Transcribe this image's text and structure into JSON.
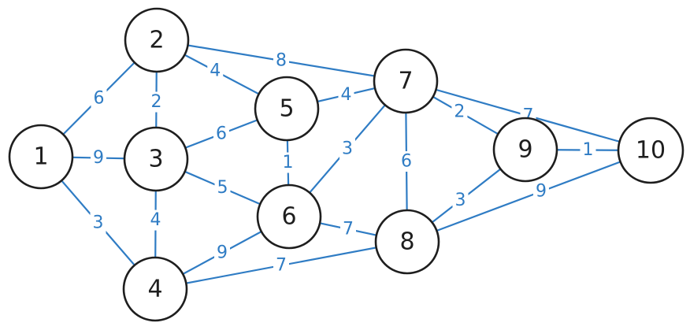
{
  "colors": {
    "edge": "#2f7cc4",
    "node_stroke": "#1e1e1e",
    "node_fill": "#ffffff",
    "background": "#ffffff"
  },
  "graph": {
    "nodes": [
      {
        "id": "1",
        "label": "1"
      },
      {
        "id": "2",
        "label": "2"
      },
      {
        "id": "3",
        "label": "3"
      },
      {
        "id": "4",
        "label": "4"
      },
      {
        "id": "5",
        "label": "5"
      },
      {
        "id": "6",
        "label": "6"
      },
      {
        "id": "7",
        "label": "7"
      },
      {
        "id": "8",
        "label": "8"
      },
      {
        "id": "9",
        "label": "9"
      },
      {
        "id": "10",
        "label": "10"
      }
    ],
    "edges": [
      {
        "from": "1",
        "to": "2",
        "weight": "6"
      },
      {
        "from": "1",
        "to": "3",
        "weight": "9"
      },
      {
        "from": "1",
        "to": "4",
        "weight": "3"
      },
      {
        "from": "2",
        "to": "3",
        "weight": "2"
      },
      {
        "from": "2",
        "to": "5",
        "weight": "4"
      },
      {
        "from": "2",
        "to": "7",
        "weight": "8"
      },
      {
        "from": "3",
        "to": "4",
        "weight": "4"
      },
      {
        "from": "3",
        "to": "5",
        "weight": "6"
      },
      {
        "from": "3",
        "to": "6",
        "weight": "5"
      },
      {
        "from": "4",
        "to": "6",
        "weight": "9"
      },
      {
        "from": "4",
        "to": "8",
        "weight": "7"
      },
      {
        "from": "5",
        "to": "6",
        "weight": "1"
      },
      {
        "from": "5",
        "to": "7",
        "weight": "4"
      },
      {
        "from": "6",
        "to": "7",
        "weight": "3"
      },
      {
        "from": "6",
        "to": "8",
        "weight": "7"
      },
      {
        "from": "7",
        "to": "8",
        "weight": "6"
      },
      {
        "from": "7",
        "to": "9",
        "weight": "2"
      },
      {
        "from": "7",
        "to": "10",
        "weight": "7"
      },
      {
        "from": "8",
        "to": "9",
        "weight": "3"
      },
      {
        "from": "8",
        "to": "10",
        "weight": "9"
      },
      {
        "from": "9",
        "to": "10",
        "weight": "1"
      }
    ]
  }
}
